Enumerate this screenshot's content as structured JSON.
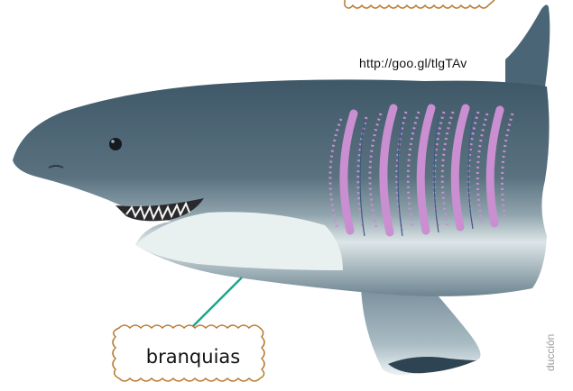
{
  "figure": {
    "source_url": "http://goo.gl/tlgTAv",
    "label": "branquias",
    "side_credit": "ducción",
    "colors": {
      "shark_back": "#4f6877",
      "shark_belly": "#e7eeee",
      "gills": "#c98fd0",
      "pointer_line": "#1aa58e",
      "label_border": "#b9772c"
    }
  }
}
